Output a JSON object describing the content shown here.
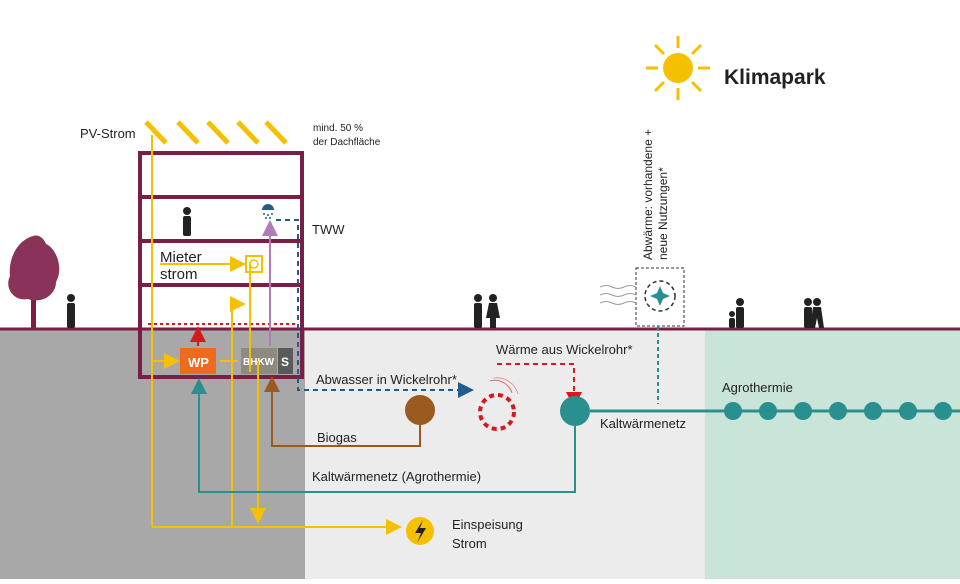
{
  "title": "Klimapark",
  "labels": {
    "pv_strom": "PV-Strom",
    "roof_note_1": "mind. 50 %",
    "roof_note_2": "der Dachfläche",
    "tww": "TWW",
    "mieter_1": "Mieter",
    "mieter_2": "strom",
    "wp": "WP",
    "bhkw": "BHKW",
    "s": "S",
    "abwasser": "Abwasser in Wickelrohr*",
    "waerme_wickelrohr": "Wärme aus Wickelrohr*",
    "biogas": "Biogas",
    "kaltwaermenetz_agro": "Kaltwärmenetz (Agrothermie)",
    "kaltwaermenetz": "Kaltwärmenetz",
    "agrothermie": "Agrothermie",
    "abwaerme_1": "Abwärme: vorhandene +",
    "abwaerme_2": "neue Nutzungen*",
    "einspeisung_1": "Einspeisung",
    "einspeisung_2": "Strom"
  },
  "icons": [
    "sun-icon",
    "solar-panel-icon",
    "person-icon",
    "tree-icon",
    "shower-icon",
    "socket-icon",
    "lightning-icon",
    "exhaust-heat-icon"
  ],
  "colors": {
    "building": "#7a1e45",
    "strom": "#f5c000",
    "heat_net": "#2a8f8f",
    "wp": "#ee6a1f",
    "biogas": "#9a5a20",
    "abwasser": "#1f5d8f",
    "waerme": "#d7191c",
    "tww": "#b07bb8",
    "ground_left": "#a8a8a8",
    "ground_mid": "#ececec",
    "ground_right": "#c9e4d8"
  }
}
